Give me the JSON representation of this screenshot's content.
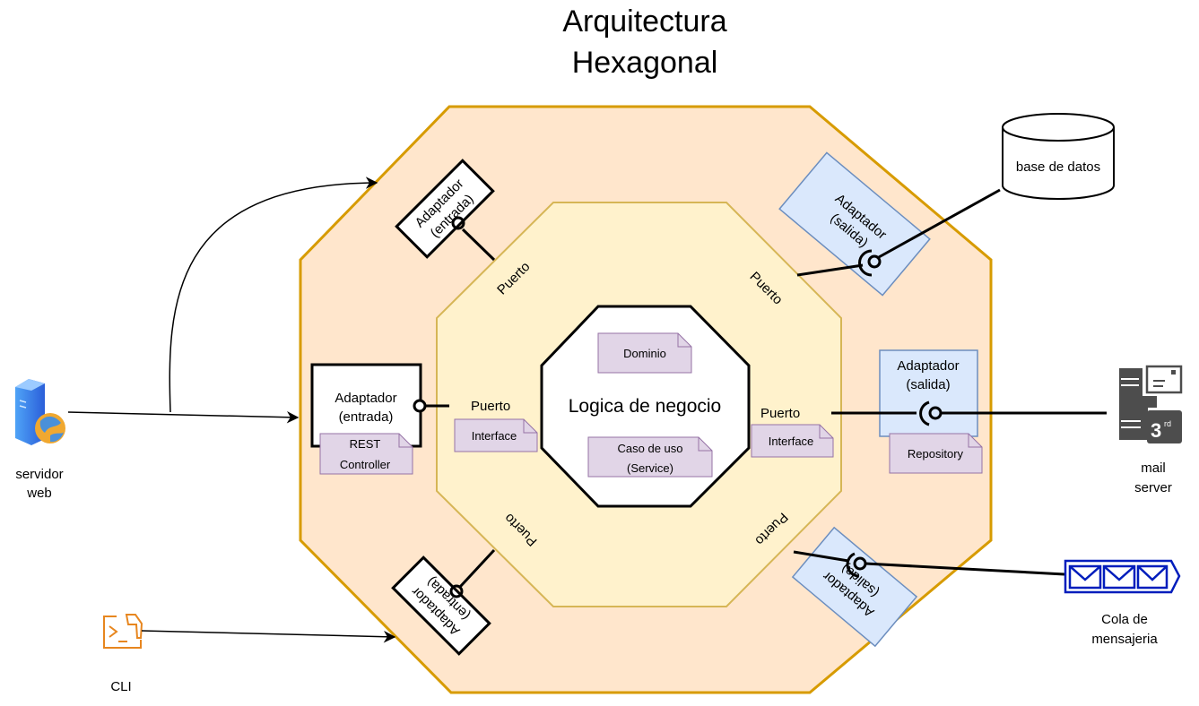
{
  "title": {
    "line1": "Arquitectura",
    "line2": "Hexagonal"
  },
  "colors": {
    "outer_fill": "#FFE6CC",
    "outer_stroke": "#D79B00",
    "inner_fill": "#FFF2CC",
    "inner_stroke": "#D6B656",
    "core_fill": "#FFFFFF",
    "core_stroke": "#000000",
    "note_fill": "#E1D5E7",
    "note_stroke": "#9673A6",
    "out_adapter_fill": "#DAE8FC",
    "out_adapter_stroke": "#6C8EBF",
    "queue_color": "#001DBC",
    "cli_color": "#E7861F",
    "mail_color": "#4D4D4D"
  },
  "core": {
    "label": "Logica de negocio",
    "notes": {
      "domain": "Dominio",
      "usecase_line1": "Caso de uso",
      "usecase_line2": "(Service)"
    }
  },
  "ports": {
    "label": "Puerto",
    "left_note": "Interface",
    "right_note": "Interface"
  },
  "adapters": {
    "in_label1": "Adaptador",
    "in_label2": "(entrada)",
    "out_label1": "Adaptador",
    "out_label2": "(salida)",
    "rest_note_line1": "REST",
    "rest_note_line2": "Controller",
    "repository_note": "Repository"
  },
  "external": {
    "web_server_line1": "servidor",
    "web_server_line2": "web",
    "cli": "CLI",
    "database": "base de datos",
    "mail_line1": "mail",
    "mail_line2": "server",
    "mail_badge": "3",
    "mail_badge_sup": "rd",
    "queue_line1": "Cola de",
    "queue_line2": "mensajeria"
  }
}
